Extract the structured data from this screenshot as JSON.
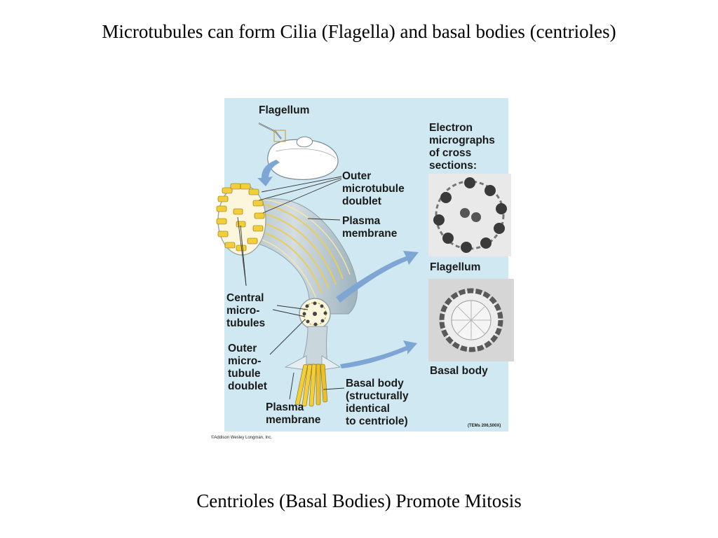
{
  "slide": {
    "title": "Microtubules can form Cilia (Flagella) and basal bodies (centrioles)",
    "footer": "Centrioles (Basal Bodies) Promote Mitosis"
  },
  "figure": {
    "labels": {
      "flagellum_top": "Flagellum",
      "micrographs": [
        "Electron",
        "micrographs",
        "of cross",
        "sections:"
      ],
      "outer_doublet_top": [
        "Outer",
        "microtubule",
        "doublet"
      ],
      "plasma_membrane_top": [
        "Plasma",
        "membrane"
      ],
      "central_microtubules": [
        "Central",
        "micro-",
        "tubules"
      ],
      "outer_doublet_bottom": [
        "Outer",
        "micro-",
        "tubule",
        "doublet"
      ],
      "plasma_membrane_bottom": [
        "Plasma",
        "membrane"
      ],
      "basal_body": [
        "Basal body",
        "(structurally",
        "identical",
        "to centriole)"
      ],
      "flagellum_micrograph": "Flagellum",
      "basal_body_micrograph": "Basal body",
      "magnification": "(TEMs 206,500X)",
      "copyright": "©Addison Wesley Longman, Inc."
    },
    "colors": {
      "panel_background": "#cfe8f1",
      "microtubule_yellow": "#f2cf3a",
      "arrow_blue": "#7ea6d4"
    }
  }
}
